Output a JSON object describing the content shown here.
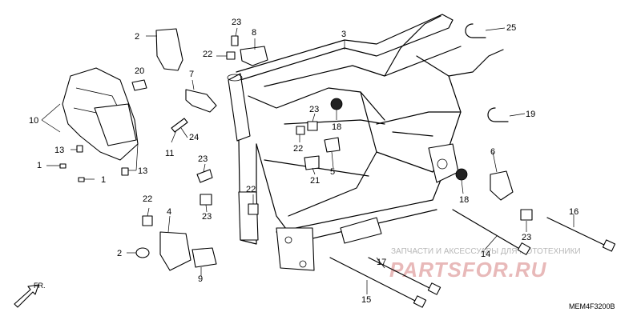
{
  "diagram": {
    "code": "MEM4F3200B",
    "watermark_line1": "ЗАПЧАСТИ И АКСЕССУАРЫ ДЛЯ МОТОТЕХНИКИ",
    "watermark_line2": "PARTSFOR.RU",
    "direction_label": "FR."
  },
  "callouts": [
    {
      "id": "c1a",
      "label": "1"
    },
    {
      "id": "c1b",
      "label": "1"
    },
    {
      "id": "c2a",
      "label": "2"
    },
    {
      "id": "c2b",
      "label": "2"
    },
    {
      "id": "c3",
      "label": "3"
    },
    {
      "id": "c4",
      "label": "4"
    },
    {
      "id": "c5",
      "label": "5"
    },
    {
      "id": "c6",
      "label": "6"
    },
    {
      "id": "c7",
      "label": "7"
    },
    {
      "id": "c8",
      "label": "8"
    },
    {
      "id": "c9",
      "label": "9"
    },
    {
      "id": "c10",
      "label": "10"
    },
    {
      "id": "c11",
      "label": "11"
    },
    {
      "id": "c13a",
      "label": "13"
    },
    {
      "id": "c13b",
      "label": "13"
    },
    {
      "id": "c14",
      "label": "14"
    },
    {
      "id": "c15",
      "label": "15"
    },
    {
      "id": "c16",
      "label": "16"
    },
    {
      "id": "c17",
      "label": "17"
    },
    {
      "id": "c18a",
      "label": "18"
    },
    {
      "id": "c18b",
      "label": "18"
    },
    {
      "id": "c19",
      "label": "19"
    },
    {
      "id": "c20",
      "label": "20"
    },
    {
      "id": "c21",
      "label": "21"
    },
    {
      "id": "c22a",
      "label": "22"
    },
    {
      "id": "c22b",
      "label": "22"
    },
    {
      "id": "c22c",
      "label": "22"
    },
    {
      "id": "c22d",
      "label": "22"
    },
    {
      "id": "c23a",
      "label": "23"
    },
    {
      "id": "c23b",
      "label": "23"
    },
    {
      "id": "c23c",
      "label": "23"
    },
    {
      "id": "c23d",
      "label": "23"
    },
    {
      "id": "c23e",
      "label": "23"
    },
    {
      "id": "c24",
      "label": "24"
    },
    {
      "id": "c25",
      "label": "25"
    }
  ]
}
